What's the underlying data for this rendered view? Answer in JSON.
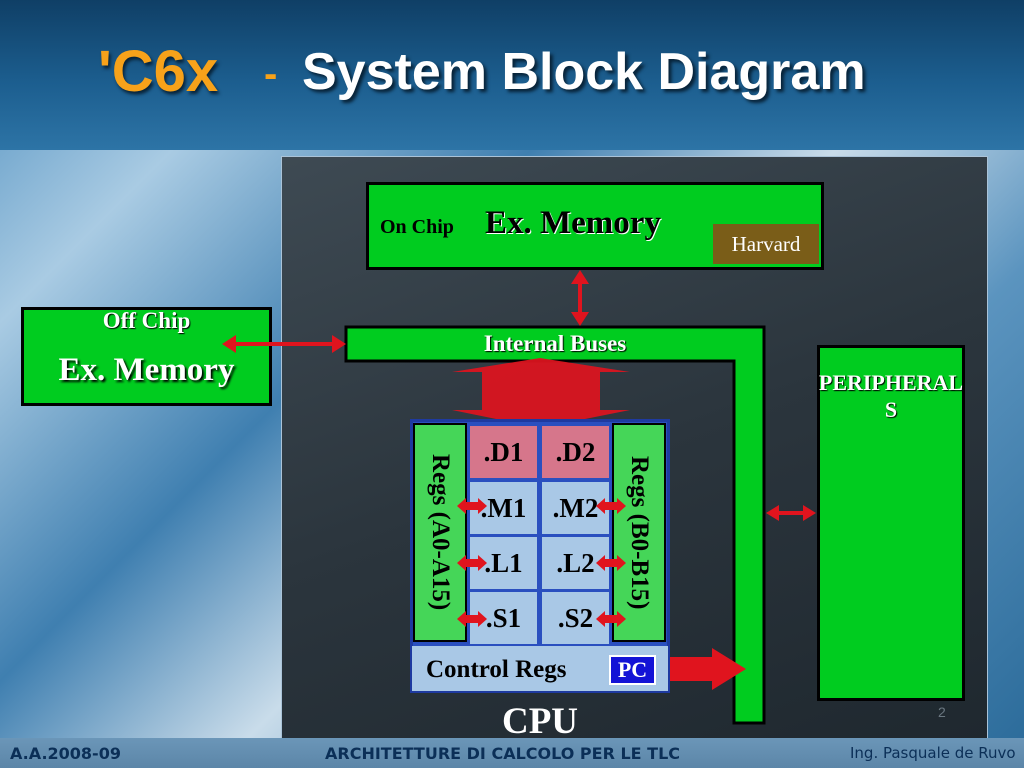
{
  "title": {
    "part1": "'C6x",
    "dash": "-",
    "part2": "System Block Diagram"
  },
  "on_chip_memory": {
    "small": "On Chip",
    "big": "Ex. Memory",
    "badge": "Harvard"
  },
  "off_chip_memory": {
    "small": "Off Chip",
    "big": "Ex. Memory"
  },
  "internal_buses": {
    "label": "Internal Buses"
  },
  "peripherals": {
    "label": "PERIPHERALS"
  },
  "cpu": {
    "label": "CPU",
    "units": [
      ".D1",
      ".D2",
      ".M1",
      ".M2",
      ".L1",
      ".L2",
      ".S1",
      ".S2"
    ],
    "regs_a": "Regs (A0-A15)",
    "regs_b": "Regs (B0-B15)",
    "control_regs": "Control Regs",
    "pc": "PC"
  },
  "page_number": "2",
  "footer": {
    "left": "A.A.2008-09",
    "center": "ARCHITETTURE DI CALCOLO PER LE TLC",
    "right": "Ing. Pasquale de Ruvo"
  },
  "colors": {
    "block_green": "#00cc1f",
    "arrow_red": "#e0141e",
    "title_orange": "#f7a21a",
    "cpu_blue": "#2a4fbf"
  }
}
